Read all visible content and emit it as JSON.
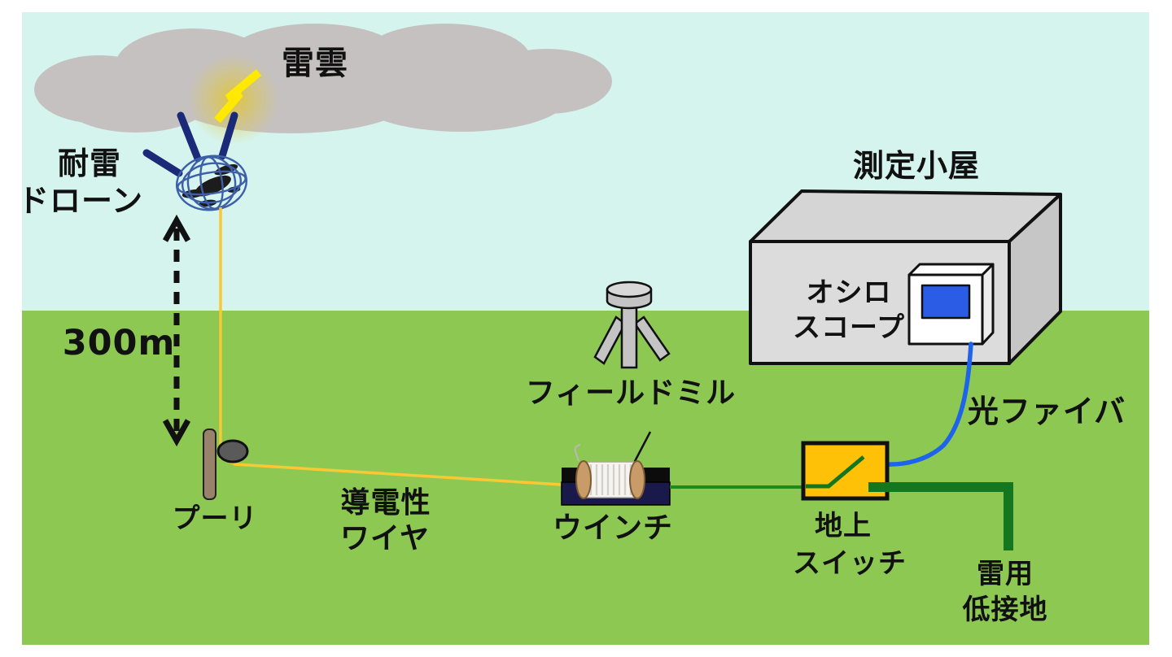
{
  "labels": {
    "thundercloud": "雷雲",
    "drone_top": "耐雷",
    "drone_bottom": "ドローン",
    "altitude": "300m",
    "pulley": "プーリ",
    "conductive_wire_top": "導電性",
    "conductive_wire_bottom": "ワイヤ",
    "winch": "ウインチ",
    "field_mill": "フィールドミル",
    "hut": "測定小屋",
    "oscilloscope_top": "オシロ",
    "oscilloscope_bottom": "スコープ",
    "optical_fiber": "光ファイバ",
    "ground_switch_top": "地上",
    "ground_switch_bottom": "スイッチ",
    "grounding_top": "雷用",
    "grounding_bottom": "低接地"
  },
  "colors": {
    "sky": "#d6f4ee",
    "grass": "#8dc853",
    "cloud": "#c5c1c1",
    "bolt": "#ffe900",
    "glow": "#e0c43c",
    "wireYellow": "#fac832",
    "rodNavy": "#1a2a78",
    "cageBlue": "#3c5fa8",
    "winchNavy": "#19194b",
    "winchBlack": "#0c0c0c",
    "spoolTan": "#c89b69",
    "spoolWhite": "#f6f4f0",
    "fiberBlue": "#1e64eb",
    "wireGreen": "#1e8a1e",
    "groundGreen": "#14761e",
    "switchAmber": "#ffc107",
    "hutFront": "#dcdcdc",
    "hutTop": "#d5d5d5",
    "hutSide": "#c6c6c6",
    "screenBlue": "#2b5ce6",
    "pulleyBrown": "#98826a",
    "metalGray": "#c4c4c4",
    "ink": "#111111"
  }
}
